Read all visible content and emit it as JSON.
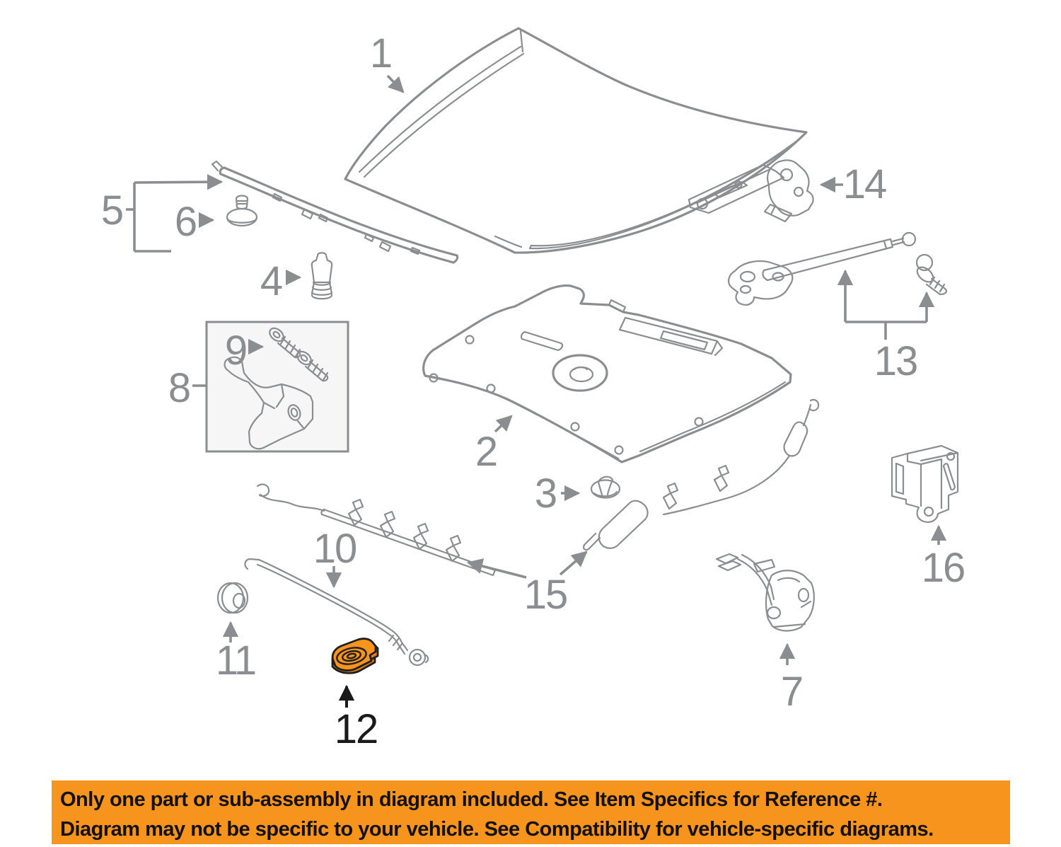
{
  "diagram": {
    "part_labels": [
      "1",
      "2",
      "3",
      "4",
      "5",
      "6",
      "7",
      "8",
      "9",
      "10",
      "11",
      "12",
      "13",
      "14",
      "15",
      "16"
    ],
    "highlighted_part_label": "12",
    "colors": {
      "line_gray": "#8b8e91",
      "highlight_orange": "#f7941e",
      "highlight_label_black": "#1a1a1a",
      "inset_box_fill": "#f6f6f6"
    }
  },
  "banner": {
    "background": "#f7941e",
    "text_color": "#141210",
    "line1": "Only one part or sub-assembly in diagram included. See Item Specifics for Reference #.",
    "line2": "Diagram may not be specific to your vehicle. See Compatibility for vehicle-specific diagrams."
  }
}
